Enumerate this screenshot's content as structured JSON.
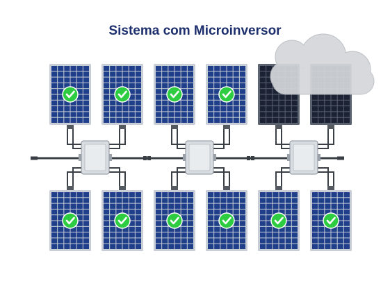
{
  "title": "Sistema com Microinversor",
  "colors": {
    "panel_frame": "#c9ced6",
    "panel_cell": "#1f3f8a",
    "panel_cell_shaded": "#1b2233",
    "check": "#2ecc40",
    "microinverter": "#d8dde2",
    "cable": "#3a3f45",
    "cloud": "#d4d7db"
  },
  "panels": {
    "top": [
      {
        "status": "ok"
      },
      {
        "status": "ok"
      },
      {
        "status": "ok"
      },
      {
        "status": "ok"
      },
      {
        "status": "shaded"
      },
      {
        "status": "shaded"
      }
    ],
    "bottom": [
      {
        "status": "ok"
      },
      {
        "status": "ok"
      },
      {
        "status": "ok"
      },
      {
        "status": "ok"
      },
      {
        "status": "ok"
      },
      {
        "status": "ok"
      }
    ]
  },
  "microinverters": 3,
  "icons": {
    "check": "check-circle-icon",
    "cloud": "cloud-icon"
  }
}
